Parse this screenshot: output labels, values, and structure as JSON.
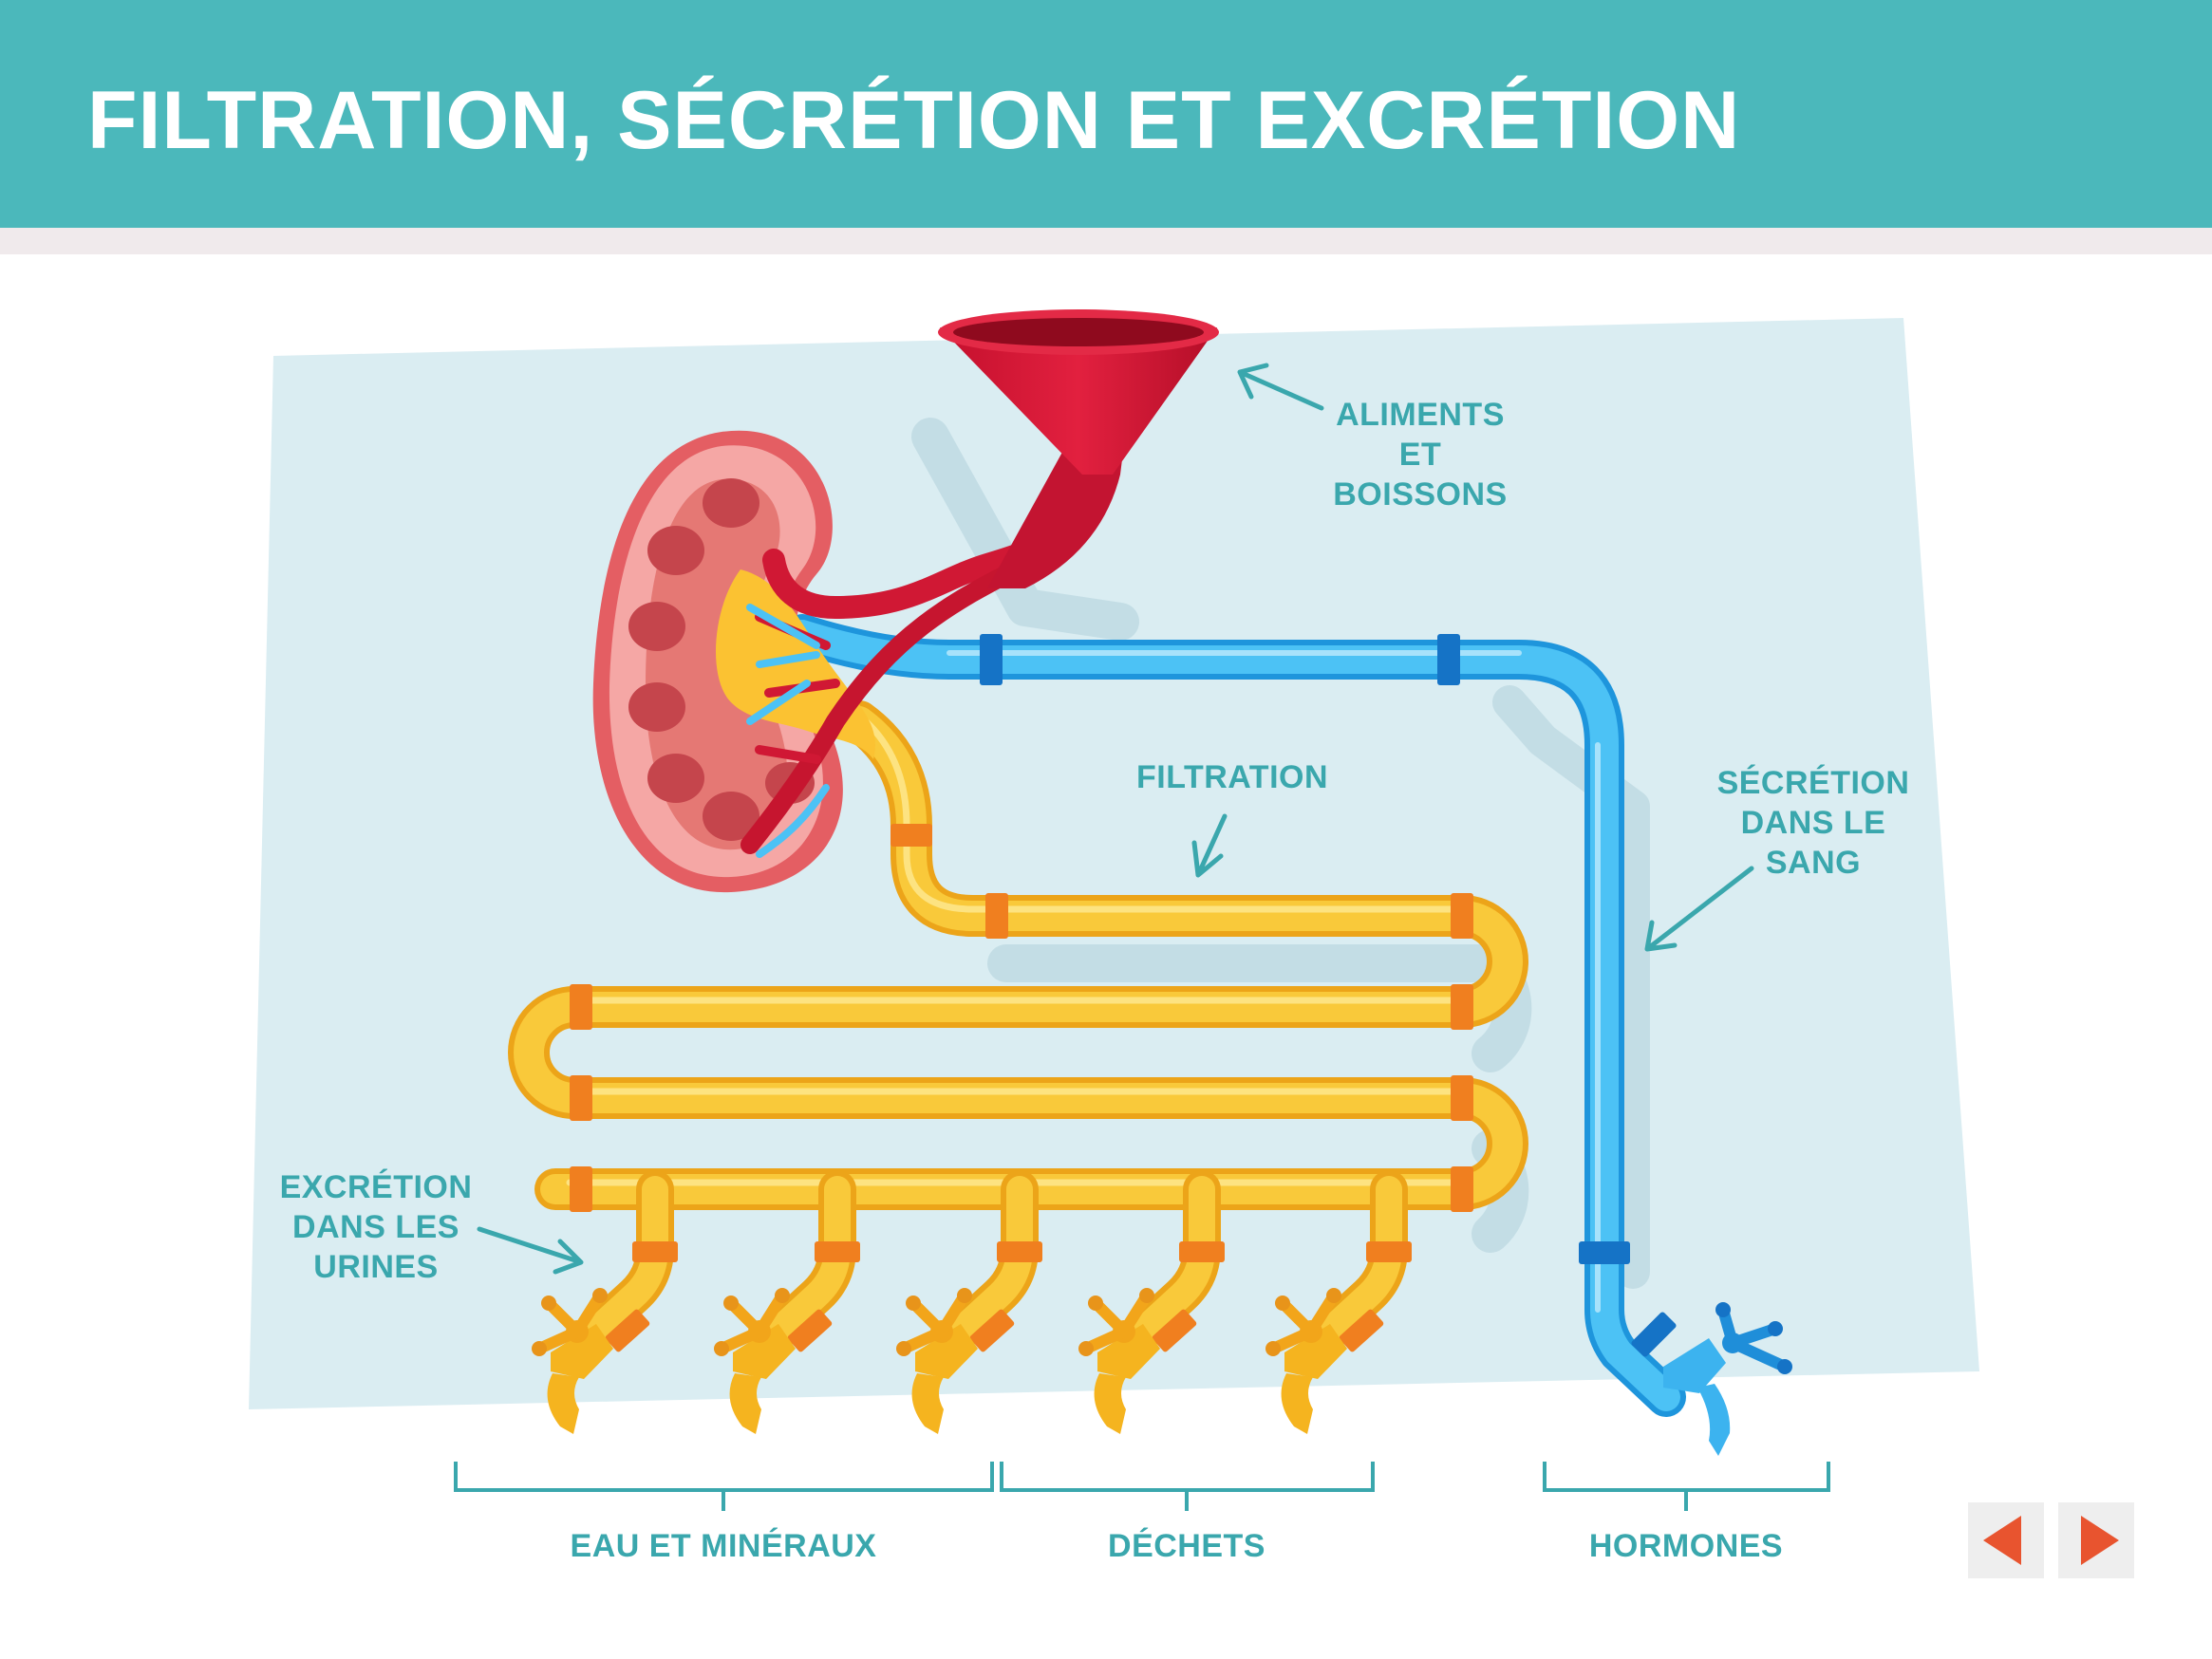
{
  "title": "FILTRATION, SÉCRÉTION ET EXCRÉTION",
  "labels": {
    "aliments": "ALIMENTS\nET BOISSONS",
    "filtration": "FILTRATION",
    "secretion": "SÉCRÉTION\nDANS LE\nSANG",
    "excretion": "EXCRÉTION\nDANS LES\nURINES"
  },
  "groups": {
    "eau": "EAU ET MINÉRAUX",
    "dechets": "DÉCHETS",
    "hormones": "HORMONES"
  },
  "colors": {
    "header": "#4bb8bb",
    "label": "#3aa7ad",
    "pipe_yellow": "#f8c02c",
    "pipe_blue": "#32aef0",
    "artery_red": "#d11a37",
    "nav_arrow": "#e8542f"
  },
  "nav": {
    "prev_icon": "arrow-left-icon",
    "next_icon": "arrow-right-icon"
  }
}
